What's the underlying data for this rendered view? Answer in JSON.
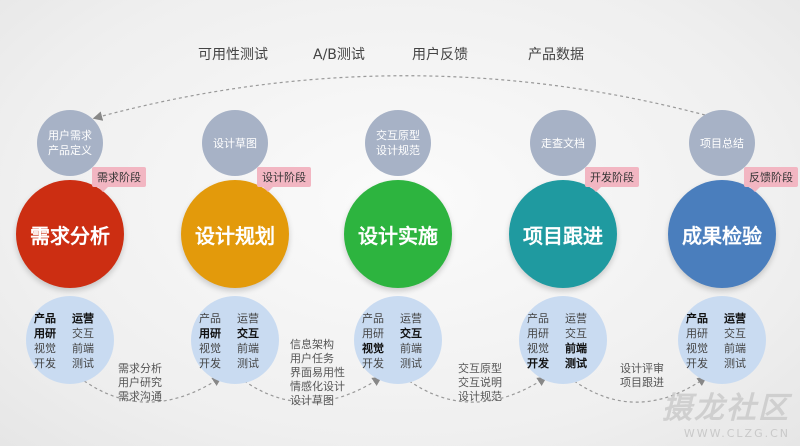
{
  "top_labels": [
    "可用性测试",
    "A/B测试",
    "用户反馈",
    "产品数据"
  ],
  "stages": [
    {
      "small": [
        "用户需求",
        "产品定义"
      ],
      "tag": "需求阶段",
      "main": "需求分析",
      "color": "#cc2e12",
      "roles": [
        {
          "text": "产品",
          "bold": true
        },
        {
          "text": "运营",
          "bold": true
        },
        {
          "text": "用研",
          "bold": true
        },
        {
          "text": "交互",
          "bold": false
        },
        {
          "text": "视觉",
          "bold": false
        },
        {
          "text": "前端",
          "bold": false
        },
        {
          "text": "开发",
          "bold": false
        },
        {
          "text": "测试",
          "bold": false
        }
      ],
      "notes": [
        "需求分析",
        "用户研究",
        "需求沟通"
      ]
    },
    {
      "small": [
        "设计草图"
      ],
      "tag": "设计阶段",
      "main": "设计规划",
      "color": "#e39a0b",
      "roles": [
        {
          "text": "产品",
          "bold": false
        },
        {
          "text": "运营",
          "bold": false
        },
        {
          "text": "用研",
          "bold": true
        },
        {
          "text": "交互",
          "bold": true
        },
        {
          "text": "视觉",
          "bold": false
        },
        {
          "text": "前端",
          "bold": false
        },
        {
          "text": "开发",
          "bold": false
        },
        {
          "text": "测试",
          "bold": false
        }
      ],
      "notes": [
        "信息架构",
        "用户任务",
        "界面易用性",
        "情感化设计",
        "设计草图"
      ]
    },
    {
      "small": [
        "交互原型",
        "设计规范"
      ],
      "tag": "",
      "main": "设计实施",
      "color": "#2db43f",
      "roles": [
        {
          "text": "产品",
          "bold": false
        },
        {
          "text": "运营",
          "bold": false
        },
        {
          "text": "用研",
          "bold": false
        },
        {
          "text": "交互",
          "bold": true
        },
        {
          "text": "视觉",
          "bold": true
        },
        {
          "text": "前端",
          "bold": false
        },
        {
          "text": "开发",
          "bold": false
        },
        {
          "text": "测试",
          "bold": false
        }
      ],
      "notes": [
        "交互原型",
        "交互说明",
        "设计规范"
      ]
    },
    {
      "small": [
        "走查文档"
      ],
      "tag": "开发阶段",
      "main": "项目跟进",
      "color": "#1f9aa0",
      "roles": [
        {
          "text": "产品",
          "bold": false
        },
        {
          "text": "运营",
          "bold": false
        },
        {
          "text": "用研",
          "bold": false
        },
        {
          "text": "交互",
          "bold": false
        },
        {
          "text": "视觉",
          "bold": false
        },
        {
          "text": "前端",
          "bold": true
        },
        {
          "text": "开发",
          "bold": true
        },
        {
          "text": "测试",
          "bold": true
        }
      ],
      "notes": [
        "设计评审",
        "项目跟进"
      ]
    },
    {
      "small": [
        "项目总结"
      ],
      "tag": "反馈阶段",
      "main": "成果检验",
      "color": "#4a7ebd",
      "roles": [
        {
          "text": "产品",
          "bold": true
        },
        {
          "text": "运营",
          "bold": true
        },
        {
          "text": "用研",
          "bold": false
        },
        {
          "text": "交互",
          "bold": false
        },
        {
          "text": "视觉",
          "bold": false
        },
        {
          "text": "前端",
          "bold": false
        },
        {
          "text": "开发",
          "bold": false
        },
        {
          "text": "测试",
          "bold": false
        }
      ],
      "notes": []
    }
  ],
  "watermark": {
    "main": "摄龙社区",
    "sub": "WWW.CLZG.CN"
  }
}
